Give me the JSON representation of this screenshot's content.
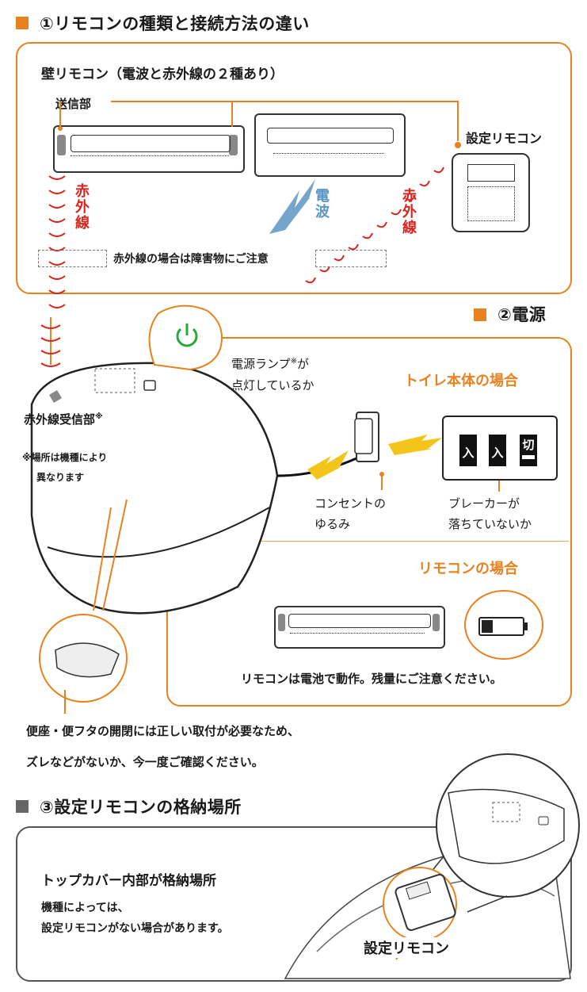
{
  "section1": {
    "title": "①リモコンの種類と接続方法の違い",
    "subtitle": "壁リモコン（電波と赤外線の２種あり）",
    "transmitter_label": "送信部",
    "setting_remote_label": "設定リモコン",
    "infrared_label_left": "赤外線",
    "infrared_label_right": "赤外線",
    "radio_label": "電波",
    "obstacle_note": "赤外線の場合は障害物にご注意",
    "receiver_label": "赤外線受信部",
    "receiver_mark": "※",
    "receiver_note_1": "※場所は機種により",
    "receiver_note_2": "異なります"
  },
  "section2": {
    "title": "②電源",
    "lamp_text_1": "電源ランプ",
    "lamp_mark": "※",
    "lamp_text_1b": "が",
    "lamp_text_2": "点灯しているか",
    "toilet_case": "トイレ本体の場合",
    "outlet_1": "コンセントの",
    "outlet_2": "ゆるみ",
    "breaker_1": "ブレーカーが",
    "breaker_2": "落ちていないか",
    "switches": [
      "入",
      "入",
      "切"
    ],
    "remote_case": "リモコンの場合",
    "battery_note": "リモコンは電池で動作。残量にご注意ください。",
    "seat_note_1": "便座・便フタの開閉には正しい取付が必要なため、",
    "seat_note_2": "ズレなどがないか、今一度ご確認ください。"
  },
  "section3": {
    "title": "③設定リモコンの格納場所",
    "storage_title": "トップカバー内部が格納場所",
    "storage_note_1": "機種によっては、",
    "storage_note_2": "設定リモコンがない場合があります。",
    "callout_label": "設定リモコン"
  },
  "colors": {
    "orange": "#e8821e",
    "red": "#d9231d",
    "green": "#2aa83a",
    "blue": "#3a7fb5",
    "yellow": "#f3c51a"
  }
}
